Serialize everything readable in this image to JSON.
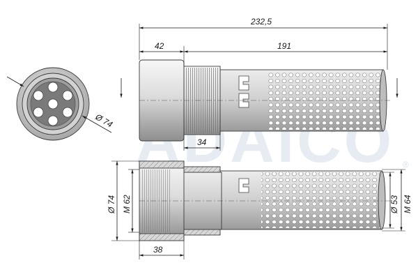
{
  "watermark": {
    "text": "ADAICO",
    "registered": "®"
  },
  "dimensions": {
    "overall_length": "232,5",
    "nut_length": "42",
    "body_length": "191",
    "thread_length": "34",
    "section_nut_length": "38",
    "end_diameter": "Ø 74",
    "section_outer_diameter": "Ø 74",
    "section_thread": "M 62",
    "strainer_diameter": "Ø 53",
    "strainer_thread": "M 64"
  },
  "colors": {
    "metal_light": "#f2f2f2",
    "metal_mid": "#c4c4c4",
    "metal_dark": "#8a8a8a",
    "hatch": "#9a9a9a"
  }
}
